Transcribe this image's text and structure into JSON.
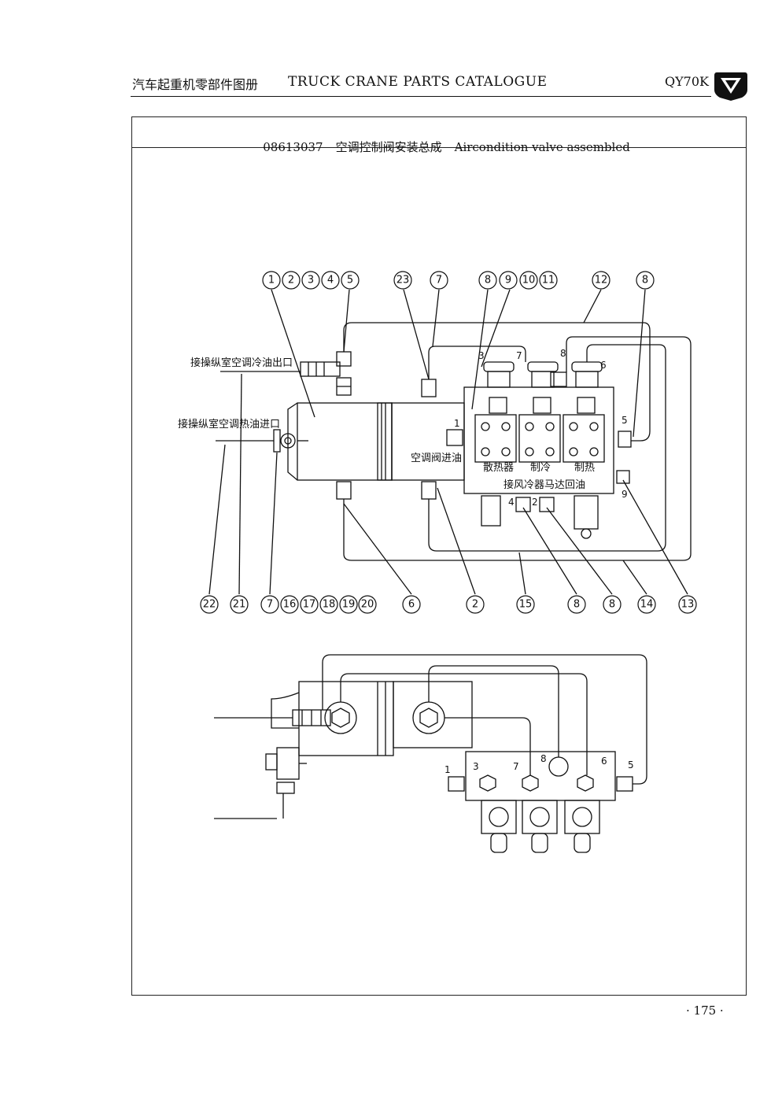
{
  "header": {
    "title_cn": "汽车起重机零部件图册",
    "title_en": "TRUCK CRANE PARTS CATALOGUE",
    "model": "QY70K",
    "logo_icon": "xcmg-shield-icon"
  },
  "assembly": {
    "part_number": "08613037",
    "name_cn": "空调控制阀安装总成",
    "name_en": "Aircondition valve assembled"
  },
  "diagram_top": {
    "callouts_top": [
      "1",
      "2",
      "3",
      "4",
      "5",
      "23",
      "7",
      "8",
      "9",
      "10",
      "11",
      "12",
      "8"
    ],
    "callouts_bottom": [
      "22",
      "21",
      "7",
      "16",
      "17",
      "18",
      "19",
      "20",
      "6",
      "2",
      "15",
      "8",
      "8",
      "14",
      "13"
    ],
    "labels": {
      "cooling_outlet": "接操纵室空调冷油出口",
      "heating_inlet": "接操纵室空调热油进口",
      "valve_inlet": "空调阀进油",
      "radiator": "散热器",
      "cooling": "制冷",
      "heating": "制热",
      "motor_return": "接风冷器马达回油"
    },
    "port_numbers": [
      "3",
      "7",
      "8",
      "6",
      "1",
      "5",
      "9",
      "4",
      "2"
    ]
  },
  "diagram_bottom": {
    "port_numbers": [
      "1",
      "3",
      "7",
      "8",
      "6",
      "5"
    ]
  },
  "footer": {
    "page": "· 175 ·"
  }
}
